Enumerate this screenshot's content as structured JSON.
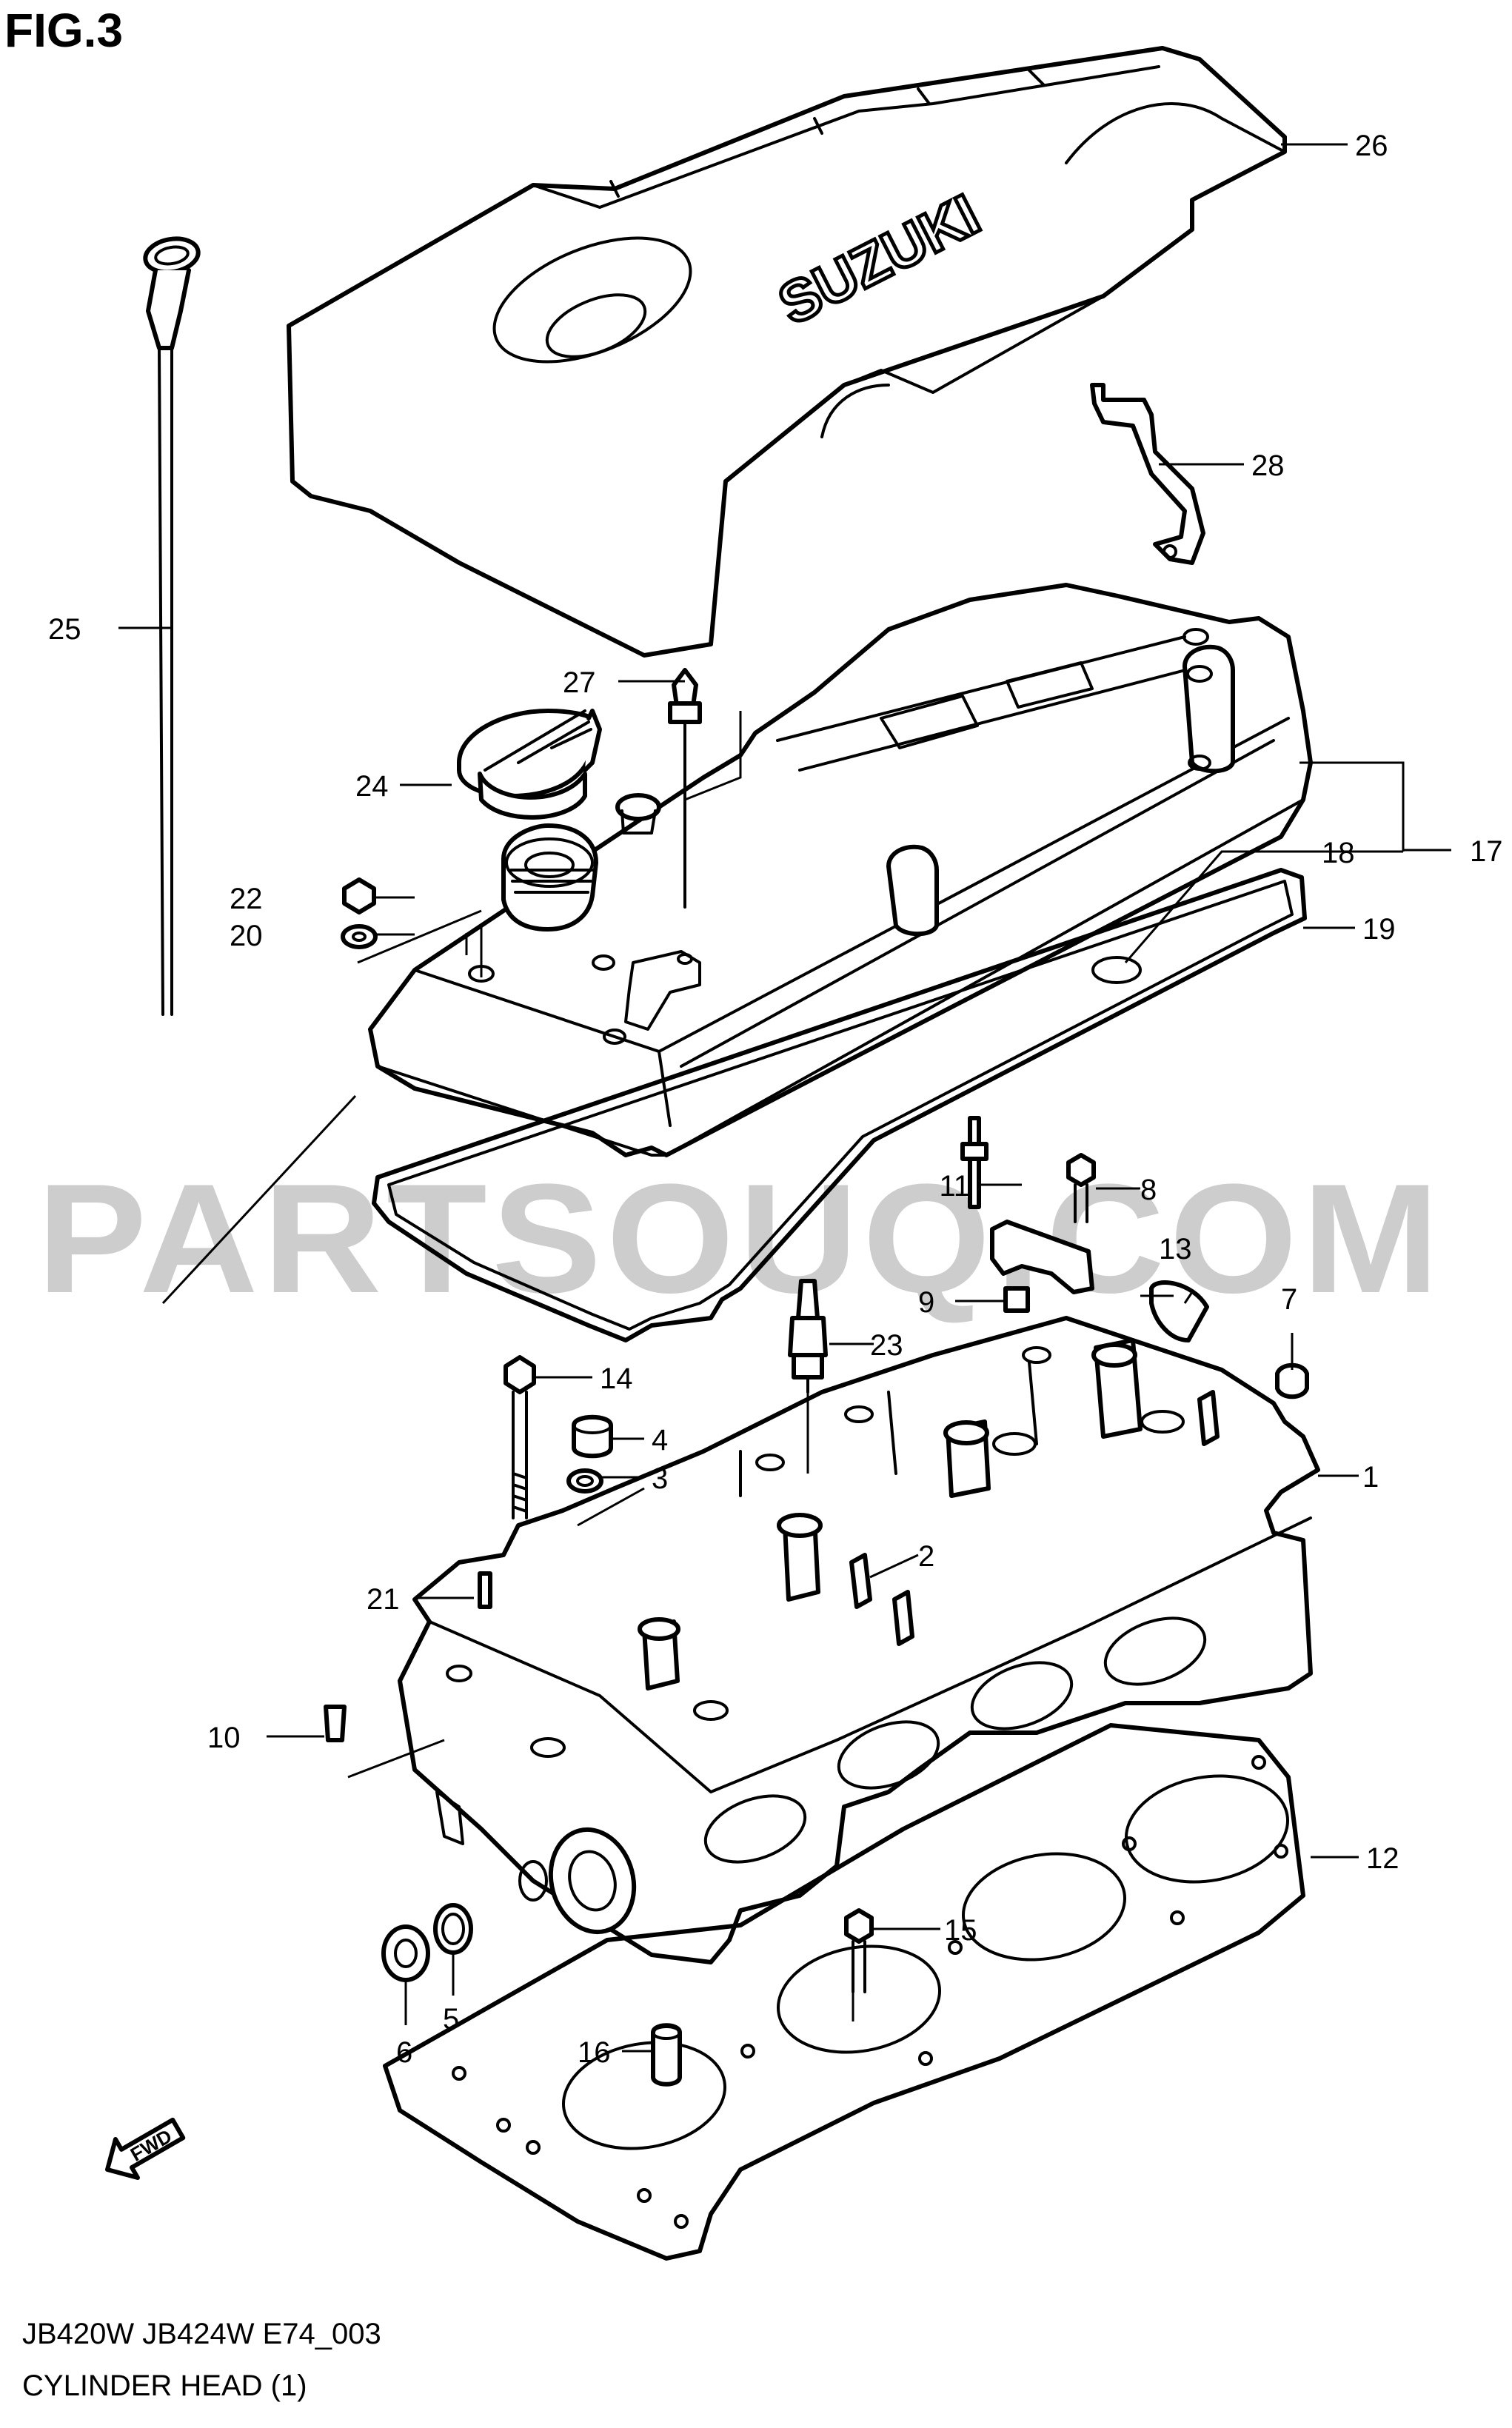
{
  "figure": {
    "title": "FIG.3",
    "footer_code": "JB420W JB424W E74_003",
    "footer_title": "CYLINDER HEAD (1)",
    "watermark": "PARTSOUQ.COM",
    "logo_text": "SUZUKI",
    "fwd_label": "FWD"
  },
  "callouts": [
    {
      "id": "c1",
      "label": "1"
    },
    {
      "id": "c2",
      "label": "2"
    },
    {
      "id": "c3",
      "label": "3"
    },
    {
      "id": "c4",
      "label": "4"
    },
    {
      "id": "c5",
      "label": "5"
    },
    {
      "id": "c6",
      "label": "6"
    },
    {
      "id": "c7",
      "label": "7"
    },
    {
      "id": "c8",
      "label": "8"
    },
    {
      "id": "c9",
      "label": "9"
    },
    {
      "id": "c10",
      "label": "10"
    },
    {
      "id": "c11",
      "label": "11"
    },
    {
      "id": "c12",
      "label": "12"
    },
    {
      "id": "c13",
      "label": "13"
    },
    {
      "id": "c14",
      "label": "14"
    },
    {
      "id": "c15",
      "label": "15"
    },
    {
      "id": "c16",
      "label": "16"
    },
    {
      "id": "c17",
      "label": "17"
    },
    {
      "id": "c18",
      "label": "18"
    },
    {
      "id": "c19",
      "label": "19"
    },
    {
      "id": "c20",
      "label": "20"
    },
    {
      "id": "c21",
      "label": "21"
    },
    {
      "id": "c22",
      "label": "22"
    },
    {
      "id": "c23",
      "label": "23"
    },
    {
      "id": "c24",
      "label": "24"
    },
    {
      "id": "c25",
      "label": "25"
    },
    {
      "id": "c26",
      "label": "26"
    },
    {
      "id": "c27",
      "label": "27"
    },
    {
      "id": "c28",
      "label": "28"
    }
  ]
}
